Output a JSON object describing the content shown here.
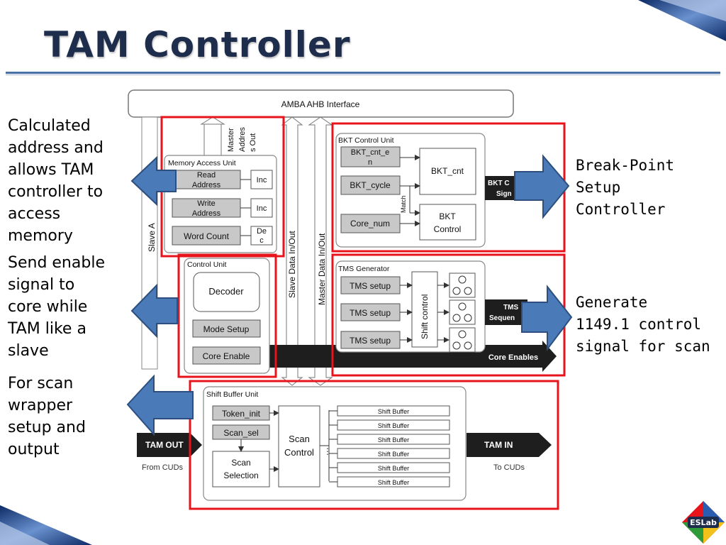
{
  "slide": {
    "title": "TAM Controller",
    "annotations": {
      "memory": "Calculated\naddress and\nallows TAM\ncontroller to\naccess\nmemory",
      "control": "Send enable\nsignal to\ncore while\nTAM like a\nslave",
      "scan": "For scan\nwrapper\nsetup and\noutput",
      "bkt": "Break-Point\nSetup\nController",
      "tms": "Generate\n1149.1 control\nsignal for scan"
    },
    "logo_text": "ESLab"
  },
  "diagram": {
    "amba": "AMBA AHB Interface",
    "master_address_out": [
      "Master",
      "Addres",
      "s Out"
    ],
    "slave_a": "Slave A",
    "slave_data": "Slave Data In/Out",
    "master_data": "Master Data In/Out",
    "memory_unit": {
      "title": "Memory Access Unit",
      "read": [
        "Read",
        "Address"
      ],
      "write": [
        "Write",
        "Address"
      ],
      "word_count": "Word Count",
      "inc1": "Inc",
      "inc2": "Inc",
      "dec": [
        "De",
        "c"
      ]
    },
    "control_unit": {
      "title": "Control Unit",
      "decoder": "Decoder",
      "mode_setup": "Mode Setup",
      "core_enable": "Core Enable"
    },
    "bkt_unit": {
      "title": "BKT Control Unit",
      "cnt_en": [
        "BKT_cnt_e",
        "n"
      ],
      "cycle": "BKT_cycle",
      "core_num": "Core_num",
      "bkt_cnt": "BKT_cnt",
      "bkt_control": [
        "BKT",
        "Control"
      ],
      "match": "Match",
      "signal": [
        "BKT C",
        "Sign"
      ]
    },
    "tms_unit": {
      "title": "TMS Generator",
      "setups": [
        "TMS setup",
        "TMS setup",
        "TMS setup"
      ],
      "shift_control": "Shift control",
      "tms_seq": [
        "TMS",
        "Sequen"
      ],
      "core_enables": "Core Enables"
    },
    "shift_unit": {
      "title": "Shift Buffer Unit",
      "token_init": "Token_init",
      "scan_sel": "Scan_sel",
      "scan_selection": [
        "Scan",
        "Selection"
      ],
      "scan_control": [
        "Scan",
        "Control"
      ],
      "buffers": [
        "Shift Buffer",
        "Shift Buffer",
        "Shift Buffer",
        "Shift Buffer",
        "Shift Buffer",
        "Shift Buffer"
      ]
    },
    "tam_out": "TAM OUT",
    "from_cuds": "From CUDs",
    "tam_in": "TAM IN",
    "to_cuds": "To CUDs"
  },
  "colors": {
    "title": "#1f2d4d",
    "highlight": "#e8141b",
    "callout_arrow": "#4a7ab8",
    "callout_stroke": "#2c4f80",
    "box_gray": "#c8c8c8",
    "bus_black": "#1e1e1e"
  }
}
